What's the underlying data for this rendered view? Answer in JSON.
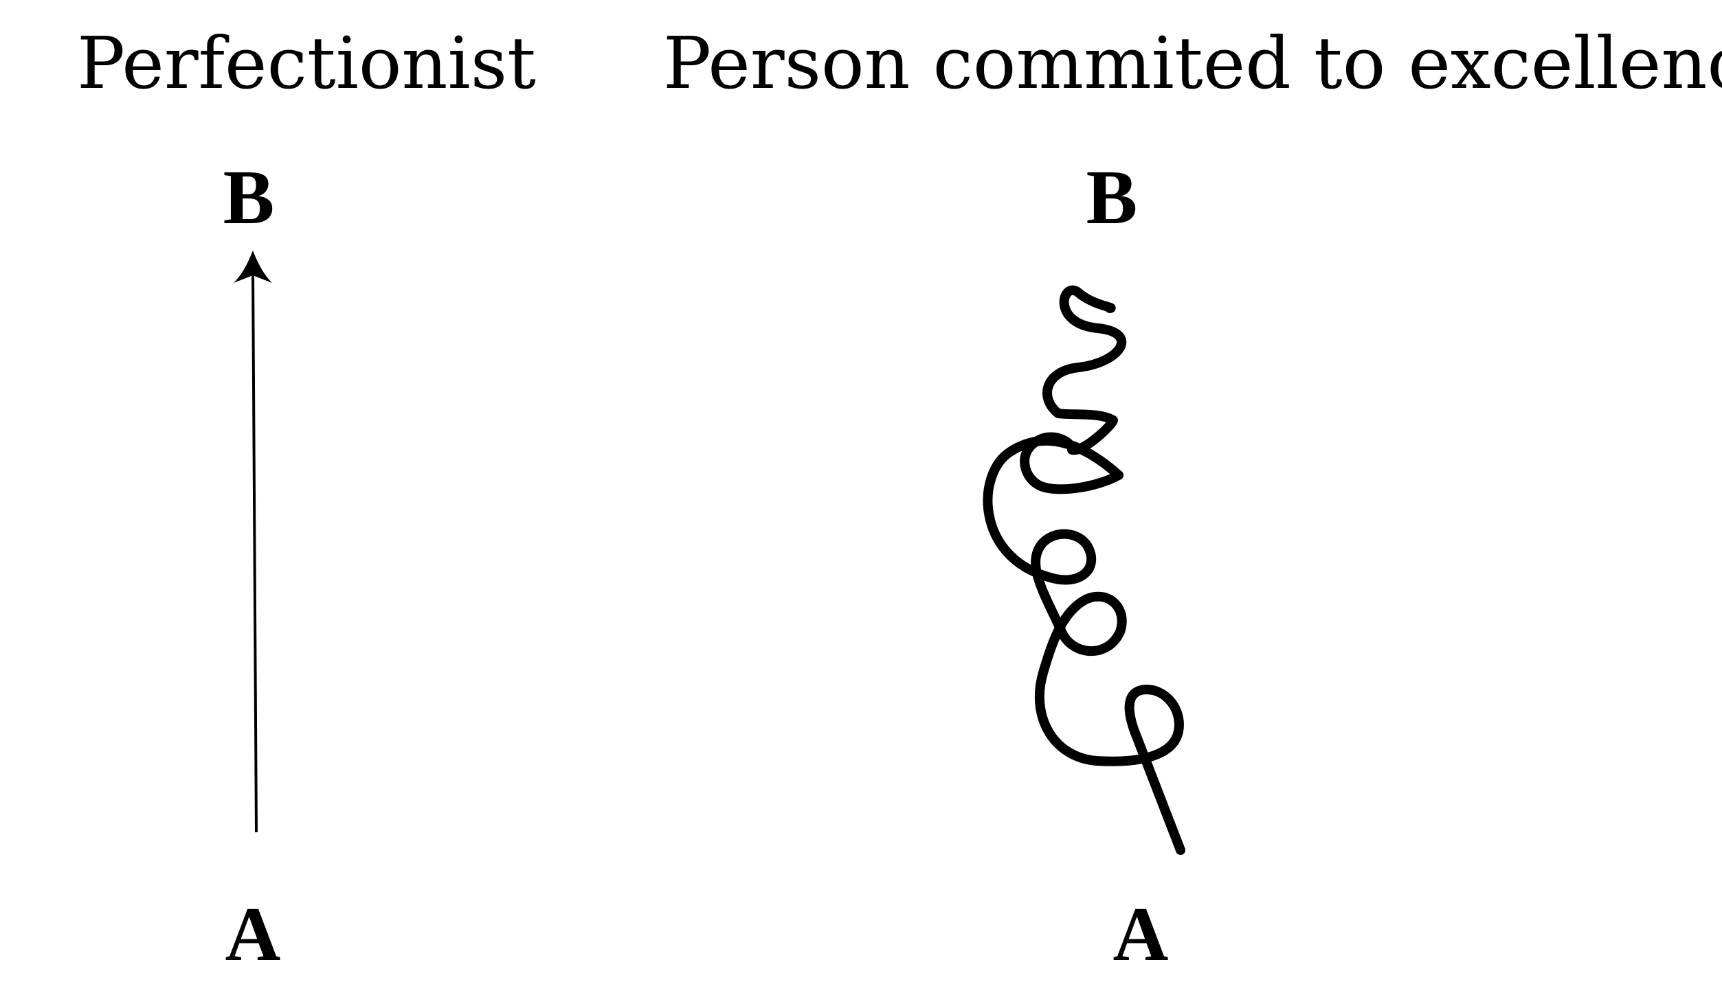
{
  "left_panel": {
    "title": "Perfectionist",
    "start_label": "A",
    "end_label": "B",
    "path": "straight-arrow"
  },
  "right_panel": {
    "title": "Person commited to  excellence",
    "start_label": "A",
    "end_label": "B",
    "path": "looping-spiral"
  },
  "colors": {
    "ink": "#000000",
    "background": "#ffffff"
  }
}
